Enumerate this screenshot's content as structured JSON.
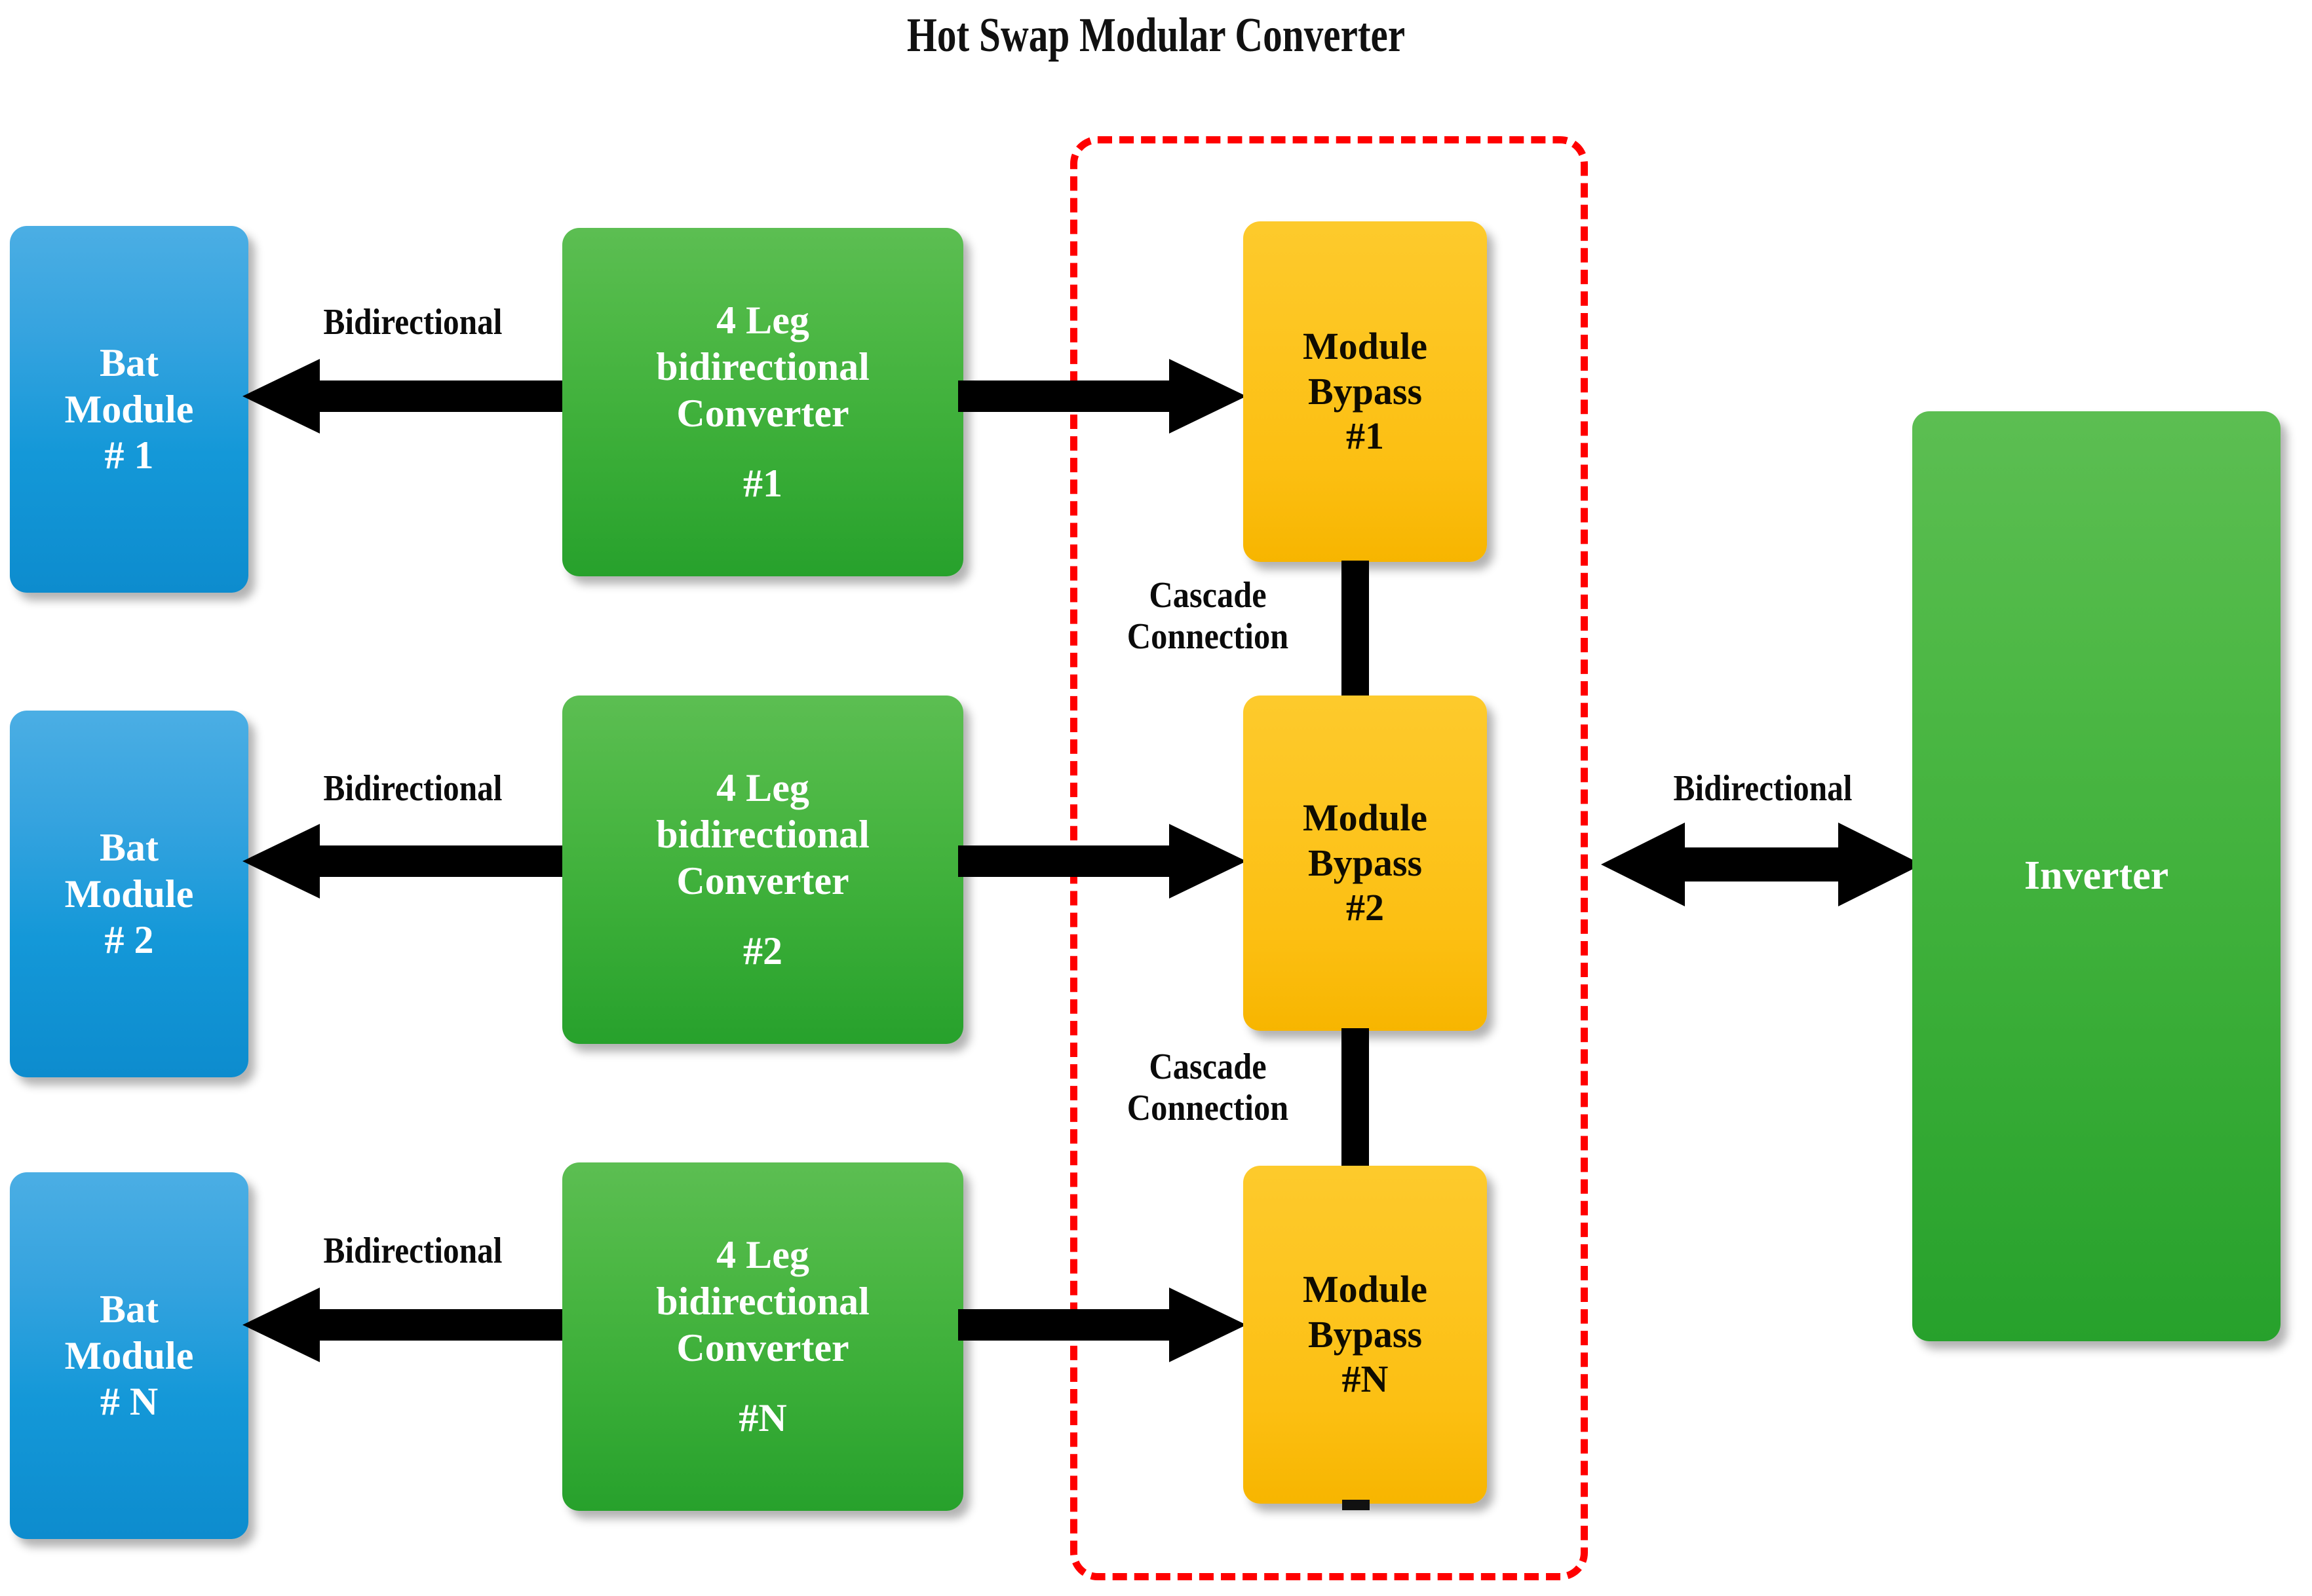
{
  "title": "Hot Swap Modular Converter",
  "colors": {
    "battery_blue": "#1498D8",
    "converter_green": "#3BAE38",
    "bypass_yellow": "#FDC520",
    "inverter_green": "#3BAE38",
    "boundary_red": "#FF0000",
    "arrow_black": "#000000",
    "background": "#FFFFFF"
  },
  "battery_modules": [
    {
      "line1": "Bat",
      "line2": "Module",
      "line3": "# 1"
    },
    {
      "line1": "Bat",
      "line2": "Module",
      "line3": "# 2"
    },
    {
      "line1": "Bat",
      "line2": "Module",
      "line3": "# N"
    }
  ],
  "converters": [
    {
      "line1": "4 Leg",
      "line2": "bidirectional",
      "line3": "Converter",
      "line4": "#1"
    },
    {
      "line1": "4 Leg",
      "line2": "bidirectional",
      "line3": "Converter",
      "line4": "#2"
    },
    {
      "line1": "4 Leg",
      "line2": "bidirectional",
      "line3": "Converter",
      "line4": "#N"
    }
  ],
  "module_bypasses": [
    {
      "line1": "Module",
      "line2": "Bypass",
      "line3": "#1"
    },
    {
      "line1": "Module",
      "line2": "Bypass",
      "line3": "#2"
    },
    {
      "line1": "Module",
      "line2": "Bypass",
      "line3": "#N"
    }
  ],
  "inverter": {
    "label": "Inverter"
  },
  "edge_labels": {
    "bidirectional": "Bidirectional",
    "bidirectional_rows": [
      "Bidirectional",
      "Bidirectional",
      "Bidirectional"
    ],
    "inverter_link": "Bidirectional"
  },
  "cascade_labels": [
    {
      "line1": "Cascade",
      "line2": "Connection"
    },
    {
      "line1": "Cascade",
      "line2": "Connection"
    }
  ]
}
